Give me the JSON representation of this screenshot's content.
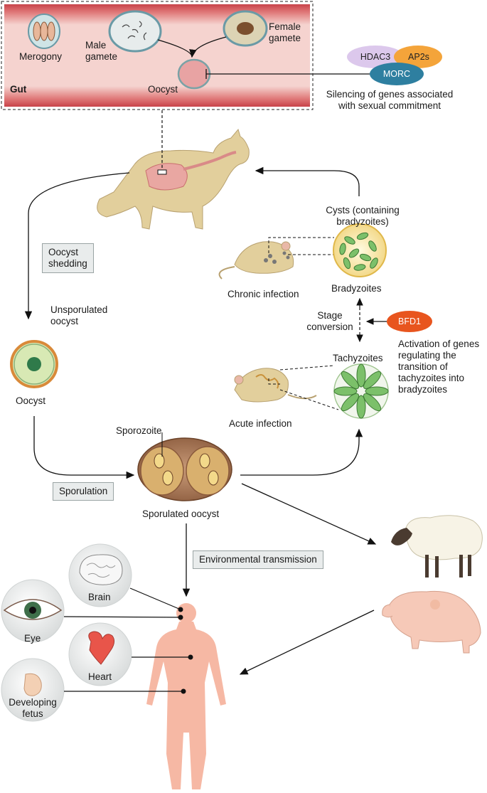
{
  "gut_panel": {
    "gut_label": "Gut",
    "merogony": "Merogony",
    "male_gamete": "Male\ngamete",
    "female_gamete": "Female\ngamete",
    "oocyst": "Oocyst"
  },
  "regulators": {
    "hdac3": "HDAC3",
    "ap2s": "AP2s",
    "morc": "MORC",
    "silencing_note": "Silencing of genes associated\nwith sexual commitment"
  },
  "cycle": {
    "oocyst_shedding": "Oocyst\nshedding",
    "unsporulated_oocyst": "Unsporulated\noocyst",
    "oocyst": "Oocyst",
    "sporulation": "Sporulation",
    "sporozoite": "Sporozoite",
    "sporulated_oocyst": "Sporulated oocyst",
    "environmental_transmission": "Environmental transmission"
  },
  "intermediate_host": {
    "cysts": "Cysts (containing\nbradyzoites)",
    "chronic_infection": "Chronic infection",
    "bradyzoites": "Bradyzoites",
    "stage_conversion": "Stage\nconversion",
    "bfd1": "BFD1",
    "bfd1_note": "Activation of genes\nregulating the\ntransition of\ntachyzoites into\nbradyzoites",
    "tachyzoites": "Tachyzoites",
    "acute_infection": "Acute infection"
  },
  "human": {
    "brain": "Brain",
    "eye": "Eye",
    "heart": "Heart",
    "developing_fetus": "Developing\nfetus"
  },
  "colors": {
    "gut_red": "#c8434a",
    "gut_inner": "#f3c3c0",
    "hdac3": "#dcc8ec",
    "ap2s": "#f4a43a",
    "morc": "#2e7fa0",
    "bfd1": "#e8551e",
    "zoite_green": "#7cc06a",
    "human_skin": "#f6b8a4",
    "cat": "#e2cf9c"
  }
}
